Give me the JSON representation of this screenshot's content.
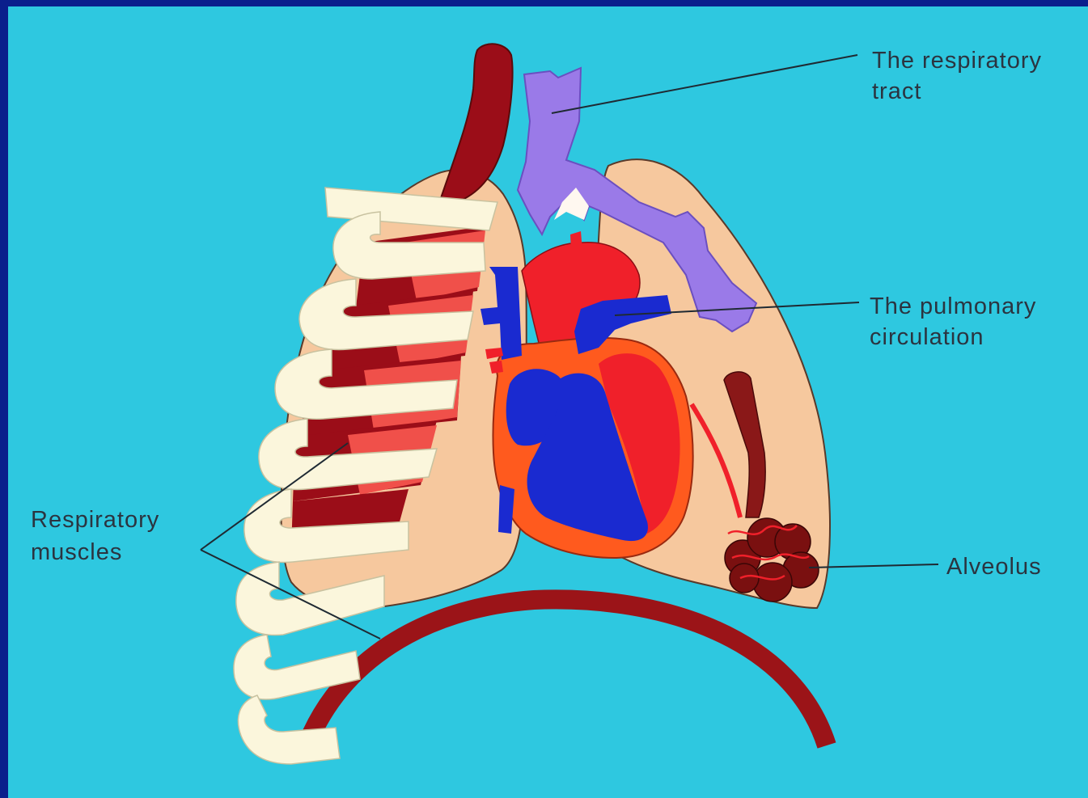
{
  "labels": {
    "respiratory_tract": [
      "The respiratory",
      "tract"
    ],
    "pulmonary_circulation": [
      "The pulmonary",
      "circulation"
    ],
    "alveolus": [
      "Alveolus"
    ],
    "respiratory_muscles": [
      "Respiratory",
      "muscles"
    ]
  },
  "colors": {
    "frame": "#0a1f8c",
    "background": "#2ec8e0",
    "lung": "#f6c89e",
    "rib": "#fbf6dc",
    "muscle_dark": "#9b0d18",
    "muscle_light": "#f0504a",
    "diaphragm": "#9b1418",
    "airway": "#9a7ae8",
    "heart_red": "#f0202a",
    "heart_orange": "#ff5a1e",
    "vessel_blue": "#1a2ad0",
    "alveolus": "#7a1010",
    "vessel_dark": "#8a1818"
  }
}
